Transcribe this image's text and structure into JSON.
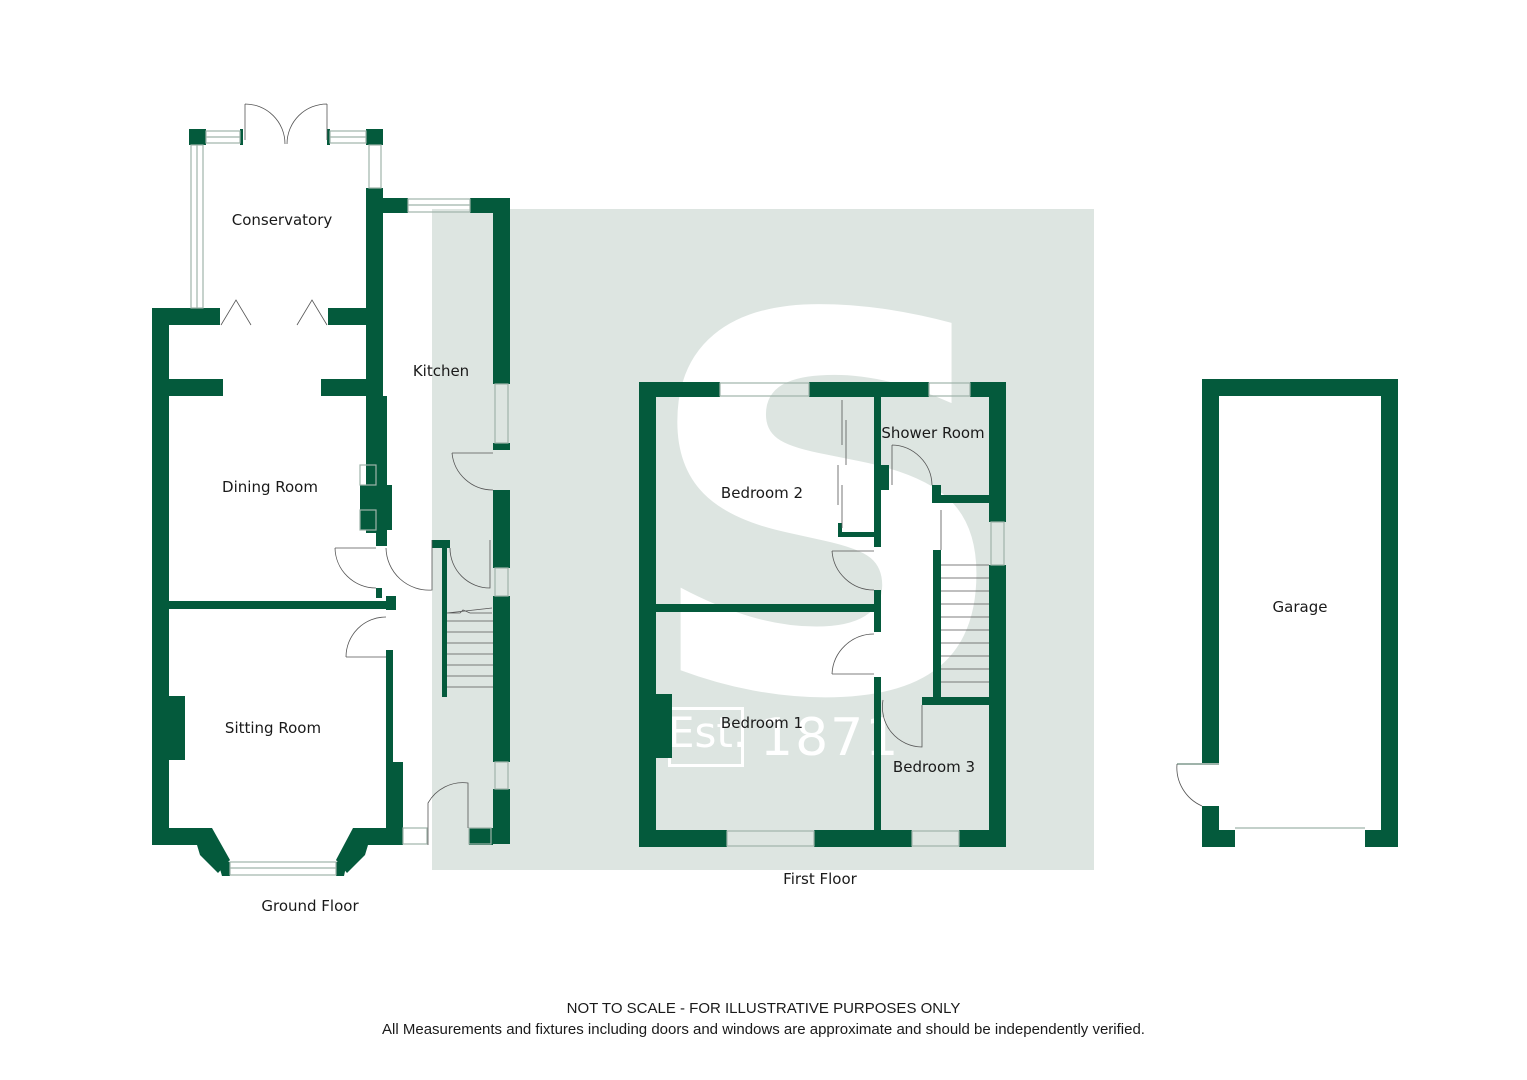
{
  "colors": {
    "wall": "#045a3c",
    "watermark_bg": "#dde5e1",
    "window_line": "#9fb3aa",
    "text": "#1a1a1a"
  },
  "floors": {
    "ground": {
      "label": "Ground Floor",
      "rooms": [
        "Conservatory",
        "Kitchen",
        "Dining Room",
        "Sitting Room"
      ]
    },
    "first": {
      "label": "First Floor",
      "rooms": [
        "Bedroom 2",
        "Shower Room",
        "Bedroom 1",
        "Bedroom 3"
      ]
    },
    "garage": {
      "rooms": [
        "Garage"
      ]
    }
  },
  "watermark": {
    "letter": "S",
    "est": "Est.",
    "year": "1871"
  },
  "footer": {
    "line1": "NOT TO SCALE - FOR ILLUSTRATIVE PURPOSES ONLY",
    "line2": "All Measurements and fixtures including doors and windows are approximate and should be independently verified."
  }
}
